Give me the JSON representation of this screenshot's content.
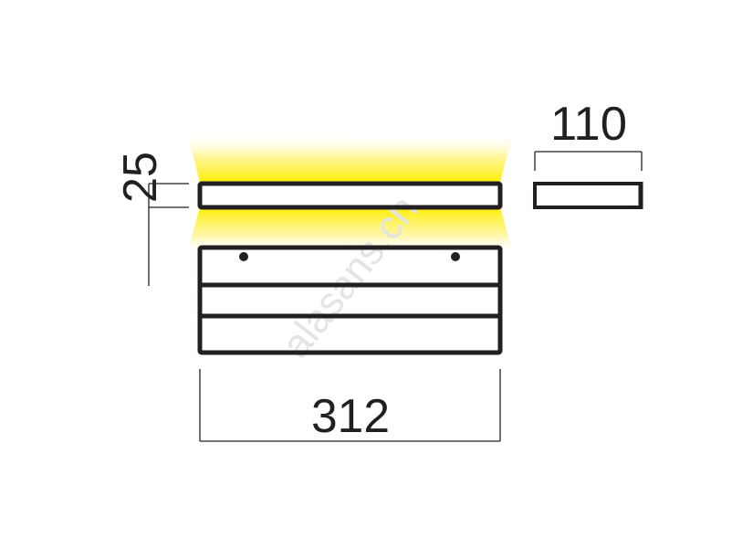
{
  "dimensions": {
    "width": "312",
    "depth": "110",
    "height": "25"
  },
  "watermark": "alasans.ch",
  "colors": {
    "line": "#231f20",
    "glow": "#ffee00"
  }
}
